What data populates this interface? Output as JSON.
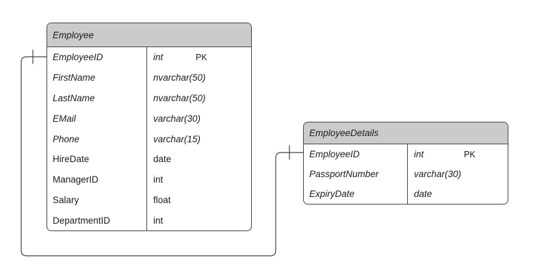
{
  "colors": {
    "background": "#ffffff",
    "header_fill": "#cbcbcb",
    "border": "#424242",
    "text": "#1a1a1a"
  },
  "tables": [
    {
      "title": "Employee",
      "columns": [
        {
          "name": "EmployeeID",
          "type": "int",
          "key": "PK"
        },
        {
          "name": "FirstName",
          "type": "nvarchar(50)",
          "key": ""
        },
        {
          "name": "LastName",
          "type": "nvarchar(50)",
          "key": ""
        },
        {
          "name": "EMail",
          "type": "varchar(30)",
          "key": ""
        },
        {
          "name": "Phone",
          "type": "varchar(15)",
          "key": ""
        },
        {
          "name": "HireDate",
          "type": "date",
          "key": ""
        },
        {
          "name": "ManagerID",
          "type": "int",
          "key": ""
        },
        {
          "name": "Salary",
          "type": "float",
          "key": ""
        },
        {
          "name": "DepartmentID",
          "type": "int",
          "key": ""
        }
      ]
    },
    {
      "title": "EmployeeDetails",
      "columns": [
        {
          "name": "EmployeeID",
          "type": "int",
          "key": "PK"
        },
        {
          "name": "PassportNumber",
          "type": "varchar(30)",
          "key": ""
        },
        {
          "name": "ExpiryDate",
          "type": "date",
          "key": ""
        }
      ]
    }
  ],
  "relationship": {
    "from": "Employee.EmployeeID",
    "to": "EmployeeDetails.EmployeeID",
    "cardinality": "one-to-one"
  }
}
